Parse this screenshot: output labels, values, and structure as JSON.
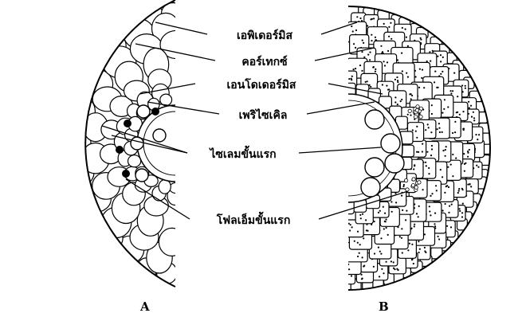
{
  "labels": {
    "epidermis": "เอพิเดอร์มิส",
    "cortex": "คอร์เทกซ์",
    "endodermis": "เอนโดเดอร์มิส",
    "pericycle": "เพริไซเคิล",
    "primary_xylem": "ไซเลมขั้นแรก",
    "primary_phloem": "โฟลเอ็มขั้นแรก"
  },
  "panels": {
    "left": "A",
    "right": "B"
  },
  "colors": {
    "ink": "#000000",
    "background": "#ffffff"
  }
}
